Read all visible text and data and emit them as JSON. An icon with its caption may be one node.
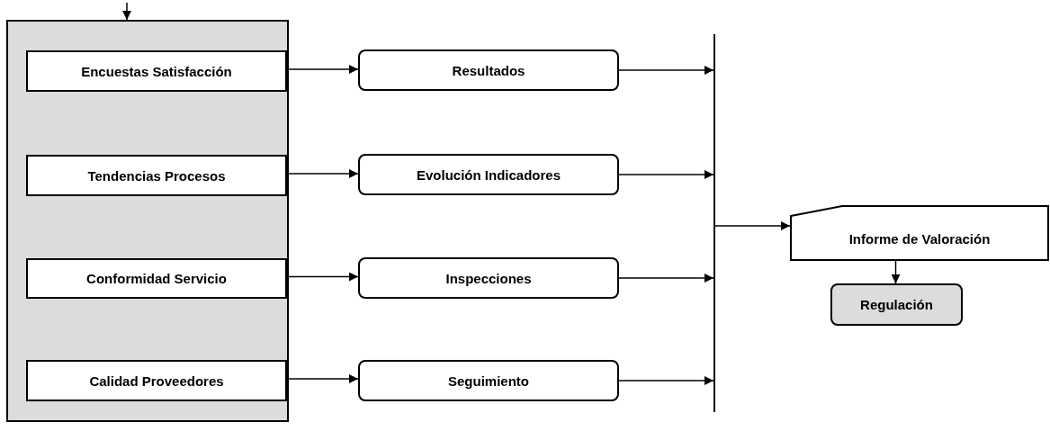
{
  "diagram": {
    "nodes": [
      {
        "text": [],
        "shape": "box"
      },
      {
        "text": [
          "Encuestas Satisfacción"
        ],
        "in": 0
      },
      {
        "text": [
          "Tendencias Procesos"
        ],
        "in": 0
      },
      {
        "text": [
          "Conformidad Servicio"
        ],
        "in": 0
      },
      {
        "text": [
          "Calidad Proveedores"
        ],
        "in": 0
      },
      {
        "text": [
          "Resultados"
        ]
      },
      {
        "text": [
          "Evolución Indicadores"
        ]
      },
      {
        "text": [
          "Inspecciones"
        ]
      },
      {
        "text": [
          "Seguimiento"
        ]
      },
      {
        "text": [],
        "shape": "bar"
      },
      {
        "text": [
          "Informe de Valoración"
        ]
      },
      {
        "text": [
          "Regulación"
        ]
      }
    ],
    "edges": [
      {
        "from": null,
        "to": 0,
        "arrow": "to"
      },
      {
        "from": 1,
        "to": 5,
        "arrow": "to"
      },
      {
        "from": 2,
        "to": 6,
        "arrow": "to"
      },
      {
        "from": 3,
        "to": 7,
        "arrow": "to"
      },
      {
        "from": 4,
        "to": 8,
        "arrow": "to"
      },
      {
        "from": 5,
        "to": 9,
        "arrow": "to"
      },
      {
        "from": 6,
        "to": 9,
        "arrow": "to"
      },
      {
        "from": 7,
        "to": 9,
        "arrow": "to"
      },
      {
        "from": 8,
        "to": 9,
        "arrow": "to"
      },
      {
        "from": 9,
        "to": 10,
        "arrow": "to"
      },
      {
        "from": 10,
        "to": 11,
        "arrow": "to"
      }
    ]
  }
}
